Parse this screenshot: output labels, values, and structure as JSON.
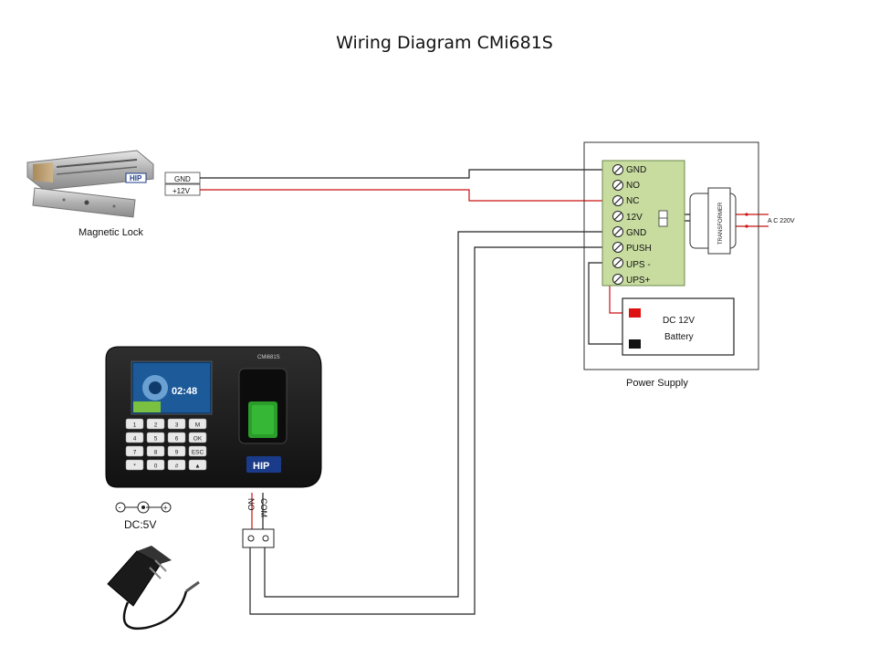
{
  "title": "Wiring Diagram CMi681S",
  "magnetic_lock": {
    "label": "Magnetic Lock",
    "brand": "HIP",
    "wire_labels": [
      "GND",
      "+12V"
    ]
  },
  "power_supply": {
    "label": "Power Supply",
    "terminals": [
      "GND",
      "NO",
      "NC",
      "12V",
      "GND",
      "PUSH",
      "UPS -",
      "UPS+"
    ],
    "transformer_label": "TRANSFORMER",
    "ac_label": "A C 220V",
    "battery": {
      "line1": "DC 12V",
      "line2": "Battery"
    }
  },
  "device": {
    "model": "CMi681S",
    "brand": "HIP",
    "screen_time": "02:48",
    "keypad_keys": [
      "1",
      "2",
      "3",
      "M",
      "4",
      "5",
      "6",
      "OK",
      "7",
      "8",
      "9",
      "ESC",
      "*",
      "0",
      "#",
      "▲"
    ],
    "dc_symbol": [
      "-",
      "+"
    ],
    "dc_label": "DC:5V"
  },
  "relay_labels": {
    "no": "NO",
    "com": "COM"
  },
  "colors": {
    "wire_black": "#222222",
    "wire_red": "#cc1111",
    "terminal_board": "#c8dca0",
    "terminal_border": "#6a8a4a",
    "device_body": "#1c1c1c"
  }
}
